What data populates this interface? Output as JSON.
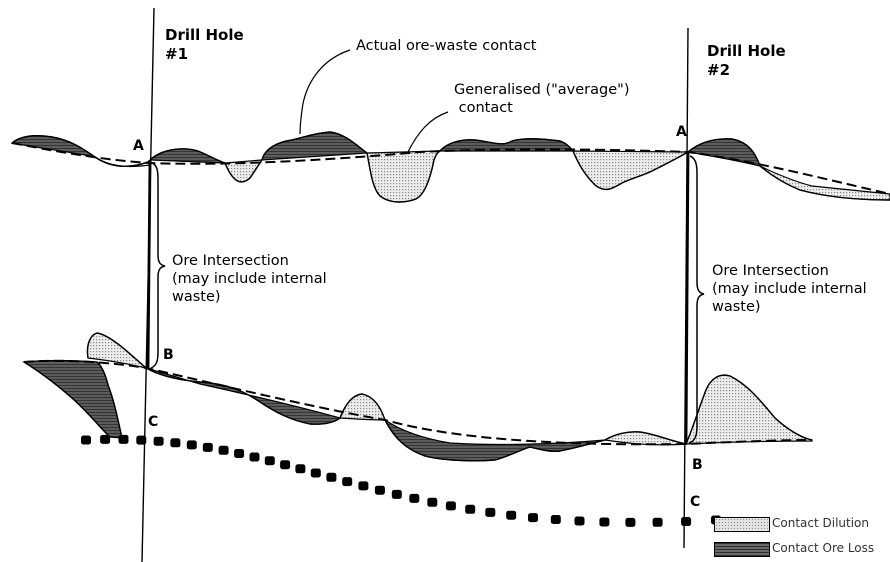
{
  "drill_holes": [
    {
      "title": "Drill Hole\n#1",
      "top_point": "A",
      "bottom_point": "B",
      "lower_point": "C"
    },
    {
      "title": "Drill Hole\n#2",
      "top_point": "A",
      "bottom_point": "B",
      "lower_point": "C"
    }
  ],
  "annotations": {
    "actual_contact": "Actual ore-waste contact",
    "generalised_contact": "Generalised (\"average\")\n contact",
    "ore_intersection_1": "Ore Intersection\n(may include internal\nwaste)",
    "ore_intersection_2": "Ore Intersection\n(may include internal\nwaste)"
  },
  "legend": {
    "dilution": "Contact Dilution",
    "ore_loss": "Contact Ore Loss"
  },
  "colors": {
    "dilution_fill": "#e4e4e4",
    "ore_loss_fill": "#5f5f5f"
  }
}
